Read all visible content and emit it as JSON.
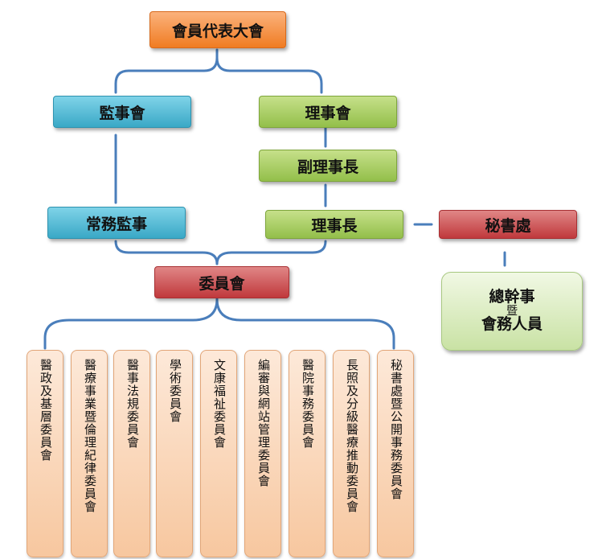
{
  "nodes": {
    "assembly": "會員代表大會",
    "supervisors": "監事會",
    "board": "理事會",
    "vice_chair": "副理事長",
    "standing_supervisor": "常務監事",
    "chair": "理事長",
    "secretariat": "秘書處",
    "committee": "委員會",
    "staff_line1": "總幹事",
    "staff_line2": "暨",
    "staff_line3": "會務人員"
  },
  "committees": [
    "醫政及基層委員會",
    "醫療事業暨倫理紀律委員會",
    "醫事法規委員會",
    "學術委員會",
    "文康福祉委員會",
    "編審與網站管理委員會",
    "醫院事務委員會",
    "長照及分級醫療推動委員會",
    "秘書處暨公開事務委員會"
  ],
  "colors": {
    "connector": "#4a7ebb",
    "orange": "#f07c22",
    "blue": "#3aa8c6",
    "green": "#93bf4a",
    "red": "#c0393c",
    "committee_fill": "#f7c79f"
  }
}
